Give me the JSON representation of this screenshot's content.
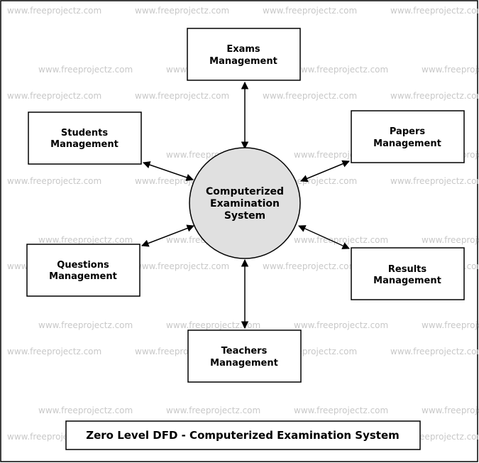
{
  "watermark": "www.freeprojectz.com",
  "center_process": {
    "lines": [
      "Computerized",
      "Examination",
      "System"
    ]
  },
  "entities": {
    "exams": {
      "lines": [
        "Exams",
        "Management"
      ]
    },
    "papers": {
      "lines": [
        "Papers",
        "Management"
      ]
    },
    "results": {
      "lines": [
        "Results",
        "Management"
      ]
    },
    "teachers": {
      "lines": [
        "Teachers",
        "Management"
      ]
    },
    "questions": {
      "lines": [
        "Questions",
        "Management"
      ]
    },
    "students": {
      "lines": [
        "Students",
        "Management"
      ]
    }
  },
  "title": "Zero Level DFD - Computerized Examination System",
  "colors": {
    "process_fill": "#e0e0e0",
    "stroke": "#000000",
    "watermark": "#c8c8c8"
  }
}
